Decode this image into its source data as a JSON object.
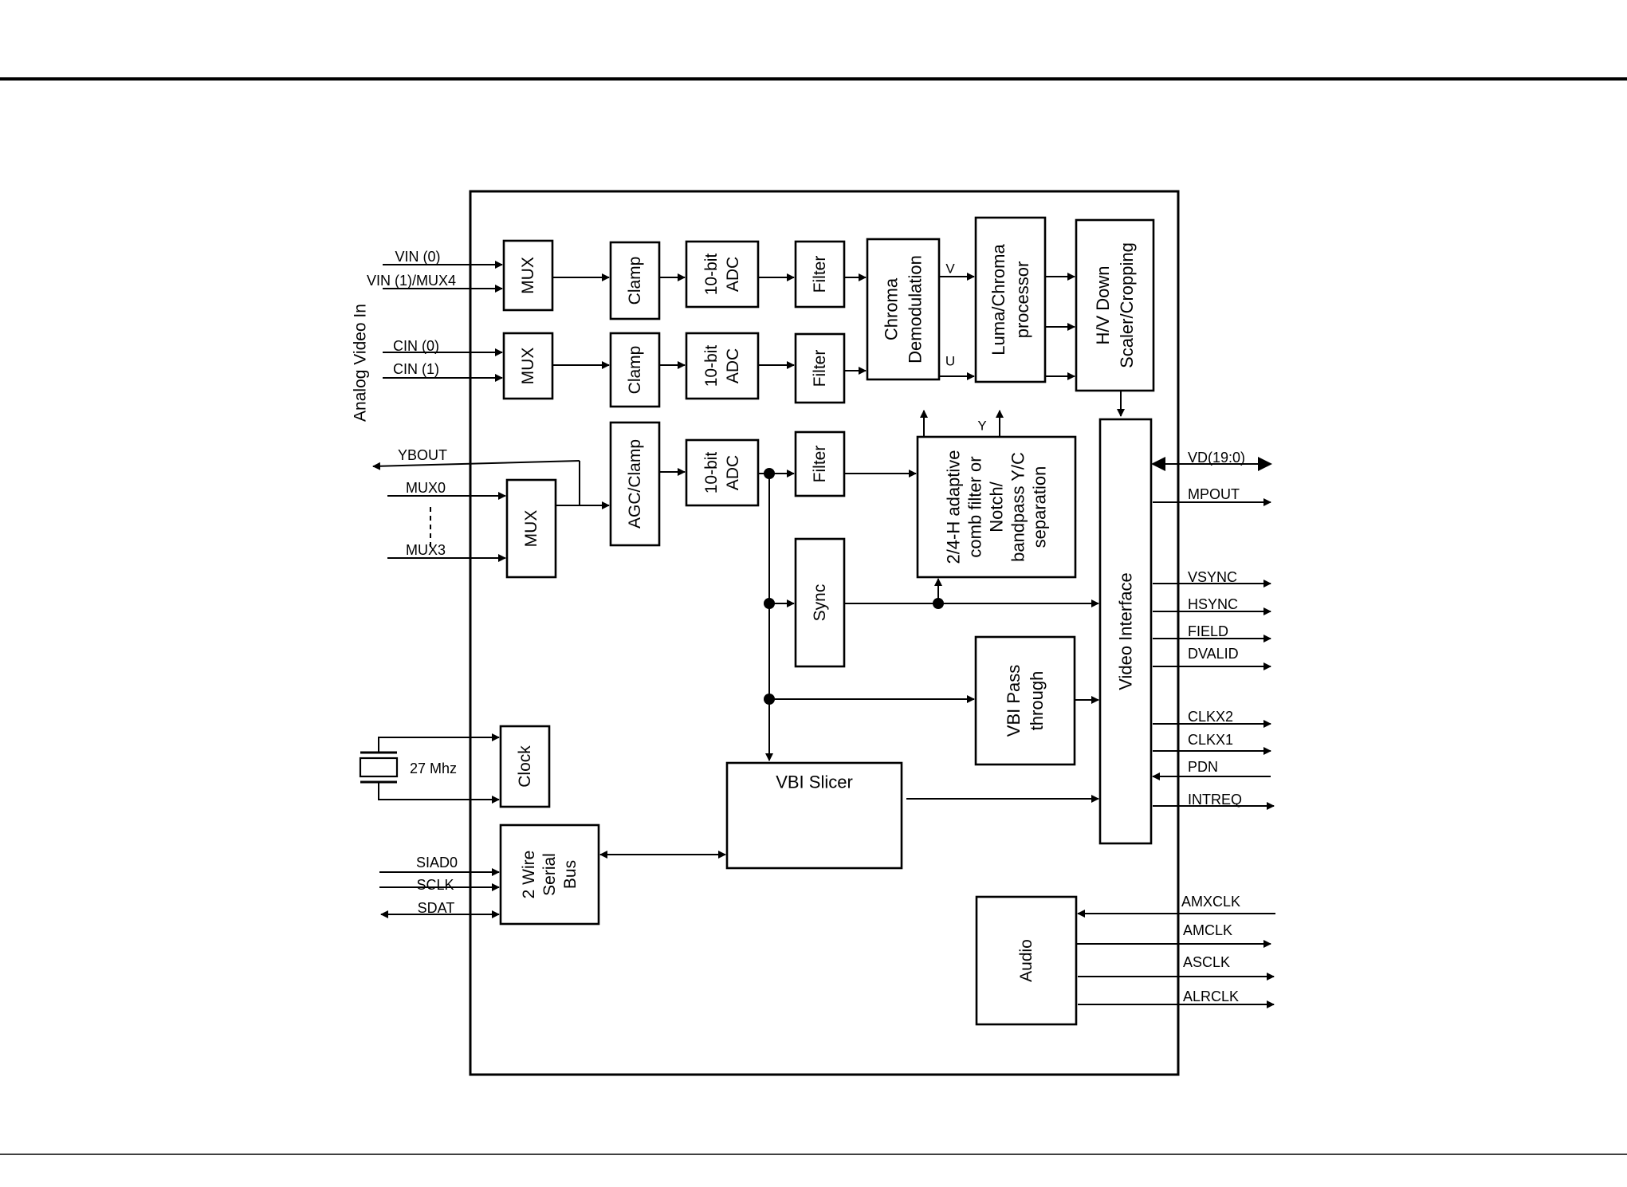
{
  "blocks": {
    "mux_vin": [
      "MUX"
    ],
    "mux_cin": [
      "MUX"
    ],
    "mux_y": [
      "MUX"
    ],
    "clamp_1": [
      "Clamp"
    ],
    "clamp_2": [
      "Clamp"
    ],
    "agc_clamp": [
      "AGC/Clamp"
    ],
    "adc_1": [
      "10-bit",
      "ADC"
    ],
    "adc_2": [
      "10-bit",
      "ADC"
    ],
    "adc_3": [
      "10-bit",
      "ADC"
    ],
    "filter_1": [
      "Filter"
    ],
    "filter_2": [
      "Filter"
    ],
    "filter_3": [
      "Filter"
    ],
    "chroma_demod": [
      "Chroma",
      "Demodulation"
    ],
    "luma_chroma": [
      "Luma/Chroma",
      "processor"
    ],
    "scaler": [
      "H/V Down",
      "Scaler/Cropping"
    ],
    "comb_filter": [
      "2/4-H adaptive",
      "comb filter or",
      "Notch/",
      "bandpass Y/C",
      "separation"
    ],
    "sync": [
      "Sync"
    ],
    "vbi_pass": [
      "VBI Pass",
      "through"
    ],
    "video_interface": [
      "Video Interface"
    ],
    "clock": [
      "Clock"
    ],
    "serial_bus": [
      "2 Wire",
      "Serial",
      "Bus"
    ],
    "vbi_slicer": [
      "VBI Slicer"
    ],
    "audio": [
      "Audio"
    ]
  },
  "input_group_label": "Analog Video In",
  "inputs": {
    "vin0": "VIN (0)",
    "vin1": "VIN (1)/MUX4",
    "cin0": "CIN (0)",
    "cin1": "CIN (1)",
    "ybout": "YBOUT",
    "mux0": "MUX0",
    "mux3": "MUX3",
    "crystal": "27 Mhz",
    "siad0": "SIAD0",
    "sclk": "SCLK",
    "sdat": "SDAT"
  },
  "internal": {
    "v": "V",
    "u": "U",
    "y": "Y"
  },
  "outputs": {
    "vd": "VD(19:0)",
    "mpout": "MPOUT",
    "vsync": "VSYNC",
    "hsync": "HSYNC",
    "field": "FIELD",
    "dvalid": "DVALID",
    "clkx2": "CLKX2",
    "clkx1": "CLKX1",
    "pdn": "PDN",
    "intreq": "INTREQ",
    "amxclk": "AMXCLK",
    "amclk": "AMCLK",
    "asclk": "ASCLK",
    "alrclk": "ALRCLK"
  }
}
